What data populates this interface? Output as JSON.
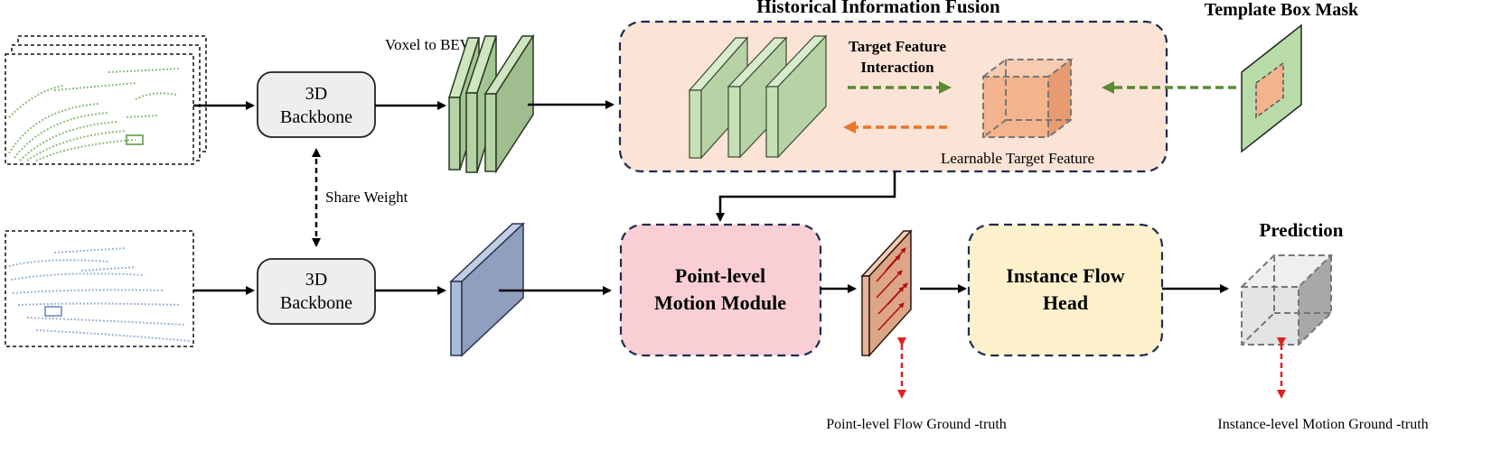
{
  "titles": {
    "historical_fusion": "Historical Information Fusion",
    "template_box_mask": "Template Box Mask",
    "prediction": "Prediction"
  },
  "labels": {
    "voxel_to_bev": "Voxel to BEV",
    "share_weight": "Share Weight",
    "target_feature_interaction_line1": "Target Feature",
    "target_feature_interaction_line2": "Interaction",
    "learnable_target_feature": "Learnable  Target Feature",
    "point_level_gt": "Point-level Flow Ground -truth",
    "instance_level_gt": "Instance-level Motion Ground -truth"
  },
  "blocks": {
    "backbone_top_line1": "3D",
    "backbone_top_line2": "Backbone",
    "backbone_bottom_line1": "3D",
    "backbone_bottom_line2": "Backbone",
    "point_motion_line1": "Point-level",
    "point_motion_line2": "Motion Module",
    "instance_flow_line1": "Instance Flow",
    "instance_flow_line2": "Head"
  },
  "colors": {
    "green_feature": "#b5d3a6",
    "green_pointcloud": "#7fae6a",
    "blue_feature": "#8f9fbd",
    "blue_pointcloud": "#8aa3c9",
    "fusion_bg": "#fbe3d6",
    "motion_bg": "#f9cfd5",
    "flow_head_bg": "#fdf1cc",
    "dashed_border": "#1f2d4d",
    "orange_cube": "#f2b38d",
    "orange_arrow": "#e8762b",
    "green_arrow": "#5b8a32",
    "red_arrow": "#e02020",
    "backbone_bg": "#eeeeee"
  }
}
